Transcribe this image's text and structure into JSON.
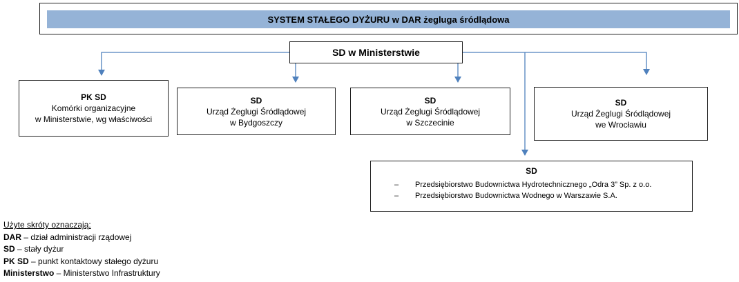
{
  "title": "SYSTEM STAŁEGO DYŻURU w DAR żegluga śródlądowa",
  "ministry": "SD w Ministerstwie",
  "units": {
    "pk": {
      "header": "PK SD",
      "line1": "Komórki organizacyjne",
      "line2": "w Ministerstwie, wg właściwości"
    },
    "bydgoszcz": {
      "header": "SD",
      "line1": "Urząd Żeglugi Śródlądowej",
      "line2": "w Bydgoszczy"
    },
    "szczecin": {
      "header": "SD",
      "line1": "Urząd Żeglugi Śródlądowej",
      "line2": "w Szczecinie"
    },
    "wroclaw": {
      "header": "SD",
      "line1": "Urząd Żeglugi Śródlądowej",
      "line2": "we Wrocławiu"
    },
    "companies": {
      "header": "SD",
      "dash": "–",
      "items": [
        "Przedsiębiorstwo Budownictwa Hydrotechnicznego „Odra 3” Sp. z o.o.",
        "Przedsiębiorstwo Budownictwa Wodnego w Warszawie S.A."
      ]
    }
  },
  "legend": {
    "title": "Użyte skróty oznaczają:",
    "entries": [
      {
        "abbr": "DAR",
        "desc": " – dział administracji rządowej"
      },
      {
        "abbr": "SD",
        "desc": " – stały dyżur"
      },
      {
        "abbr": "PK SD",
        "desc": " – punkt kontaktowy stałego dyżuru"
      },
      {
        "abbr": "Ministerstwo",
        "desc": " – Ministerstwo Infrastruktury"
      }
    ]
  },
  "colors": {
    "title_band": "#95b3d7",
    "connector": "#4f81bd",
    "border": "#1f1f1f"
  }
}
